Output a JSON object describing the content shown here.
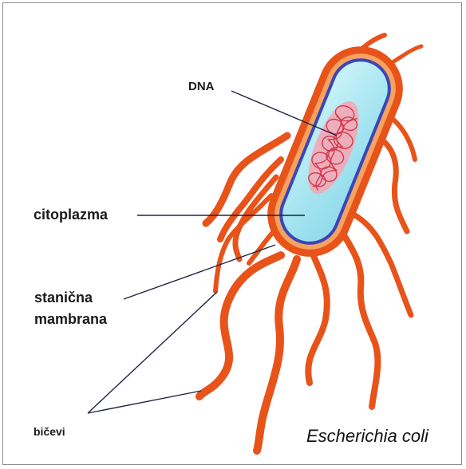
{
  "labels": {
    "dna": "DNA",
    "cytoplasm": "citoplazma",
    "membrane_line1": "stanična",
    "membrane_line2": "mambrana",
    "flagella": "bičevi"
  },
  "caption": "Escherichia coli",
  "colors": {
    "cell_outer": "#E8531A",
    "cell_wall_inner": "#F6A261",
    "membrane": "#3A46B8",
    "cytoplasm": "#A9E6F2",
    "dna": "#D23A4E",
    "dna_fill": "#F4A7B5",
    "leader_lines": "#1F2340"
  }
}
